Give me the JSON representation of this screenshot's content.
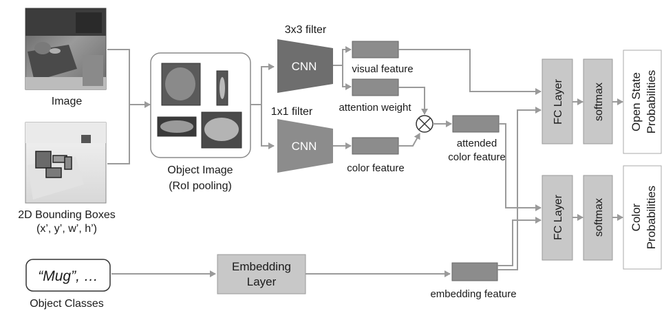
{
  "inputs": {
    "image_label": "Image",
    "bbox_label_line1": "2D Bounding Boxes",
    "bbox_label_line2": "(x’, y’, w’, h’)",
    "class_text": "“Mug”, …",
    "class_label": "Object Classes"
  },
  "roi": {
    "label_line1": "Object Image",
    "label_line2": "(RoI pooling)"
  },
  "cnn_top": {
    "filter_label": "3x3 filter",
    "name": "CNN"
  },
  "cnn_bottom": {
    "filter_label": "1x1 filter",
    "name": "CNN"
  },
  "features": {
    "visual": "visual feature",
    "attention": "attention weight",
    "color": "color feature",
    "attended_line1": "attended",
    "attended_line2": "color feature",
    "embedding": "embedding feature"
  },
  "embedding_layer": {
    "line1": "Embedding",
    "line2": "Layer"
  },
  "heads": {
    "fc_label": "FC Layer",
    "softmax_label": "softmax",
    "open_state_line1": "Open State",
    "open_state_line2": "Probabilities",
    "color_line1": "Color",
    "color_line2": "Probabilities"
  },
  "colors": {
    "cnn_fill": "#6e6e6e",
    "feature_fill": "#8c8c8c",
    "block_fill": "#c8c8c8",
    "arrow": "#9a9a9a"
  }
}
